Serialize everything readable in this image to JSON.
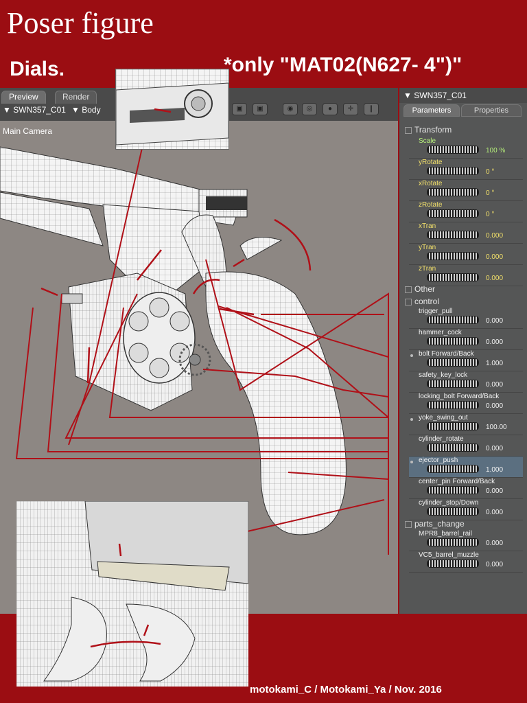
{
  "title": "Poser figure",
  "dials_heading": "Dials.",
  "only_note": "*only \"MAT02(N627- 4\")\"",
  "footer": "motokami_C / Motokami_Ya / Nov. 2016",
  "viewport": {
    "tabs": [
      "Preview",
      "Render"
    ],
    "figure_select": "SWN357_C01",
    "part_select": "Body",
    "camera": "Main Camera"
  },
  "panel": {
    "header": "SWN357_C01",
    "tabs": [
      "Parameters",
      "Properties"
    ],
    "groups": {
      "transform": "Transform",
      "other": "Other",
      "control": "control",
      "parts_change": "parts_change"
    },
    "transform": [
      {
        "name": "Scale",
        "value": "100 %"
      },
      {
        "name": "yRotate",
        "value": "0 °"
      },
      {
        "name": "xRotate",
        "value": "0 °"
      },
      {
        "name": "zRotate",
        "value": "0 °"
      },
      {
        "name": "xTran",
        "value": "0.000"
      },
      {
        "name": "yTran",
        "value": "0.000"
      },
      {
        "name": "zTran",
        "value": "0.000"
      }
    ],
    "control": [
      {
        "name": "trigger_pull",
        "value": "0.000"
      },
      {
        "name": "hammer_cock",
        "value": "0.000"
      },
      {
        "name": "bolt Forward/Back",
        "value": "1.000"
      },
      {
        "name": "safety_key_lock",
        "value": "0.000"
      },
      {
        "name": "locking_bolt Forward/Back",
        "value": "0.000"
      },
      {
        "name": "yoke_swing_out",
        "value": "100.00"
      },
      {
        "name": "cylinder_rotate",
        "value": "0.000"
      },
      {
        "name": "ejector_push",
        "value": "1.000"
      },
      {
        "name": "center_pin Forward/Back",
        "value": "0.000"
      },
      {
        "name": "cylinder_stop/Down",
        "value": "0.000"
      }
    ],
    "parts": [
      {
        "name": "MPR8_barrel_rail",
        "value": "0.000"
      },
      {
        "name": "VC5_barrel_muzzle",
        "value": "0.000"
      }
    ]
  },
  "colors": {
    "banner": "#9b0d12",
    "arrow": "#b01018",
    "panel": "#555656"
  }
}
